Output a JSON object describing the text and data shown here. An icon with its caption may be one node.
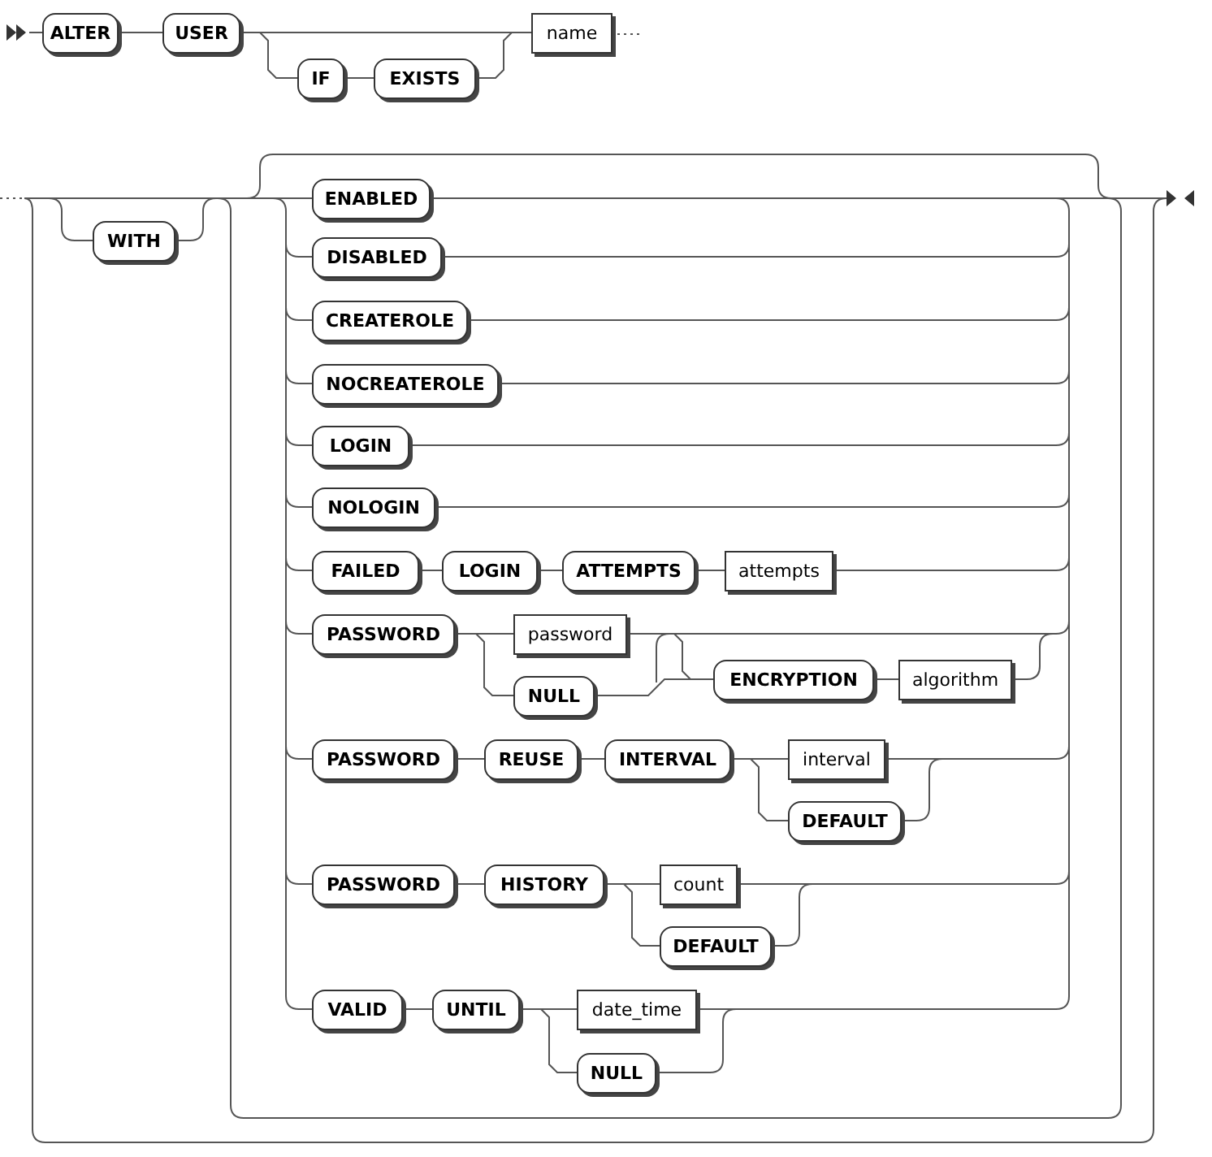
{
  "diagram": {
    "nodes": [
      {
        "text": [
          "ALTER"
        ]
      },
      {
        "text": [
          "USER"
        ]
      },
      {
        "text": [
          "IF"
        ]
      },
      {
        "text": [
          "EXISTS"
        ]
      },
      {
        "text": [
          "name"
        ]
      },
      {
        "text": [
          "WITH"
        ]
      },
      {
        "text": [
          "ENABLED"
        ]
      },
      {
        "text": [
          "DISABLED"
        ]
      },
      {
        "text": [
          "CREATEROLE"
        ]
      },
      {
        "text": [
          "NOCREATEROLE"
        ]
      },
      {
        "text": [
          "LOGIN"
        ]
      },
      {
        "text": [
          "NOLOGIN"
        ]
      },
      {
        "text": [
          "FAILED"
        ]
      },
      {
        "text": [
          "LOGIN"
        ]
      },
      {
        "text": [
          "ATTEMPTS"
        ]
      },
      {
        "text": [
          "attempts"
        ]
      },
      {
        "text": [
          "PASSWORD"
        ]
      },
      {
        "text": [
          "password"
        ]
      },
      {
        "text": [
          "NULL"
        ]
      },
      {
        "text": [
          "ENCRYPTION"
        ]
      },
      {
        "text": [
          "algorithm"
        ]
      },
      {
        "text": [
          "PASSWORD"
        ]
      },
      {
        "text": [
          "REUSE"
        ]
      },
      {
        "text": [
          "INTERVAL"
        ]
      },
      {
        "text": [
          "interval"
        ]
      },
      {
        "text": [
          "DEFAULT"
        ]
      },
      {
        "text": [
          "PASSWORD"
        ]
      },
      {
        "text": [
          "HISTORY"
        ]
      },
      {
        "text": [
          "count"
        ]
      },
      {
        "text": [
          "DEFAULT"
        ]
      },
      {
        "text": [
          "VALID"
        ]
      },
      {
        "text": [
          "UNTIL"
        ]
      },
      {
        "text": [
          "date_time"
        ]
      },
      {
        "text": [
          "NULL"
        ]
      }
    ],
    "edges": [
      {
        "from": 0,
        "to": 1,
        "arrow": "none"
      },
      {
        "from": 1,
        "to": 4,
        "arrow": "none"
      },
      {
        "from": 1,
        "to": 2,
        "arrow": "none"
      },
      {
        "from": 2,
        "to": 3,
        "arrow": "none"
      },
      {
        "from": 3,
        "to": 4,
        "arrow": "none"
      },
      {
        "from": 12,
        "to": 13,
        "arrow": "none"
      },
      {
        "from": 13,
        "to": 14,
        "arrow": "none"
      },
      {
        "from": 14,
        "to": 15,
        "arrow": "none"
      },
      {
        "from": 16,
        "to": 17,
        "arrow": "none"
      },
      {
        "from": 16,
        "to": 18,
        "arrow": "none"
      },
      {
        "from": 17,
        "to": 19,
        "arrow": "none"
      },
      {
        "from": 18,
        "to": 19,
        "arrow": "none"
      },
      {
        "from": 19,
        "to": 20,
        "arrow": "none"
      },
      {
        "from": 21,
        "to": 22,
        "arrow": "none"
      },
      {
        "from": 22,
        "to": 23,
        "arrow": "none"
      },
      {
        "from": 23,
        "to": 24,
        "arrow": "none"
      },
      {
        "from": 23,
        "to": 25,
        "arrow": "none"
      },
      {
        "from": 26,
        "to": 27,
        "arrow": "none"
      },
      {
        "from": 27,
        "to": 28,
        "arrow": "none"
      },
      {
        "from": 27,
        "to": 29,
        "arrow": "none"
      },
      {
        "from": 30,
        "to": 31,
        "arrow": "none"
      },
      {
        "from": 31,
        "to": 32,
        "arrow": "none"
      },
      {
        "from": 31,
        "to": 33,
        "arrow": "none"
      }
    ]
  }
}
